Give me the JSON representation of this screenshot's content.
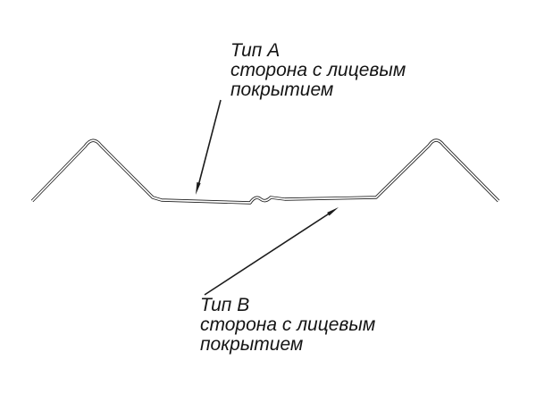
{
  "diagram": {
    "background": "#ffffff",
    "line_color": "#1c1c1c",
    "labels": {
      "a": {
        "title": "Тип А",
        "desc_line1": "сторона с лицевым",
        "desc_line2": "покрытием"
      },
      "b": {
        "title": "Тип В",
        "desc_line1": "сторона с лицевым",
        "desc_line2": "покрытием"
      }
    }
  }
}
